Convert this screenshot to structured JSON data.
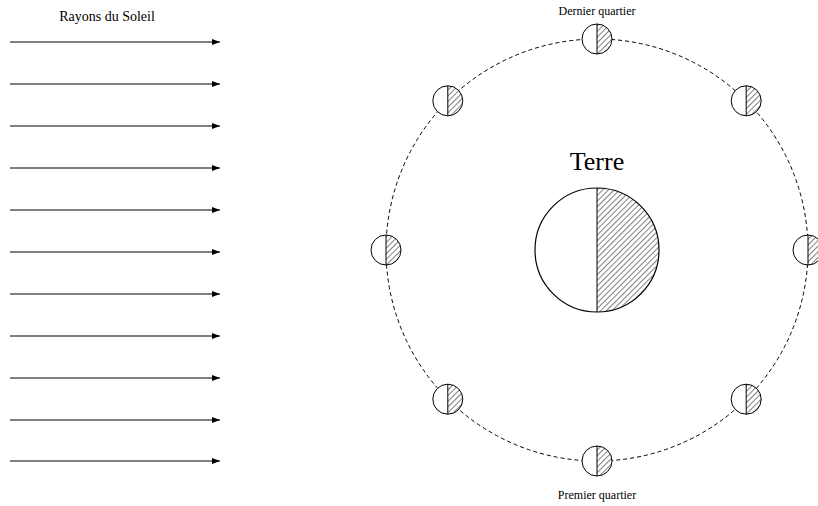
{
  "diagram": {
    "nodes": [
      {
        "text": [
          "Terre"
        ]
      }
    ],
    "labels": [
      "Rayons du Soleil",
      "Dernier quartier",
      "Premier quartier"
    ]
  }
}
